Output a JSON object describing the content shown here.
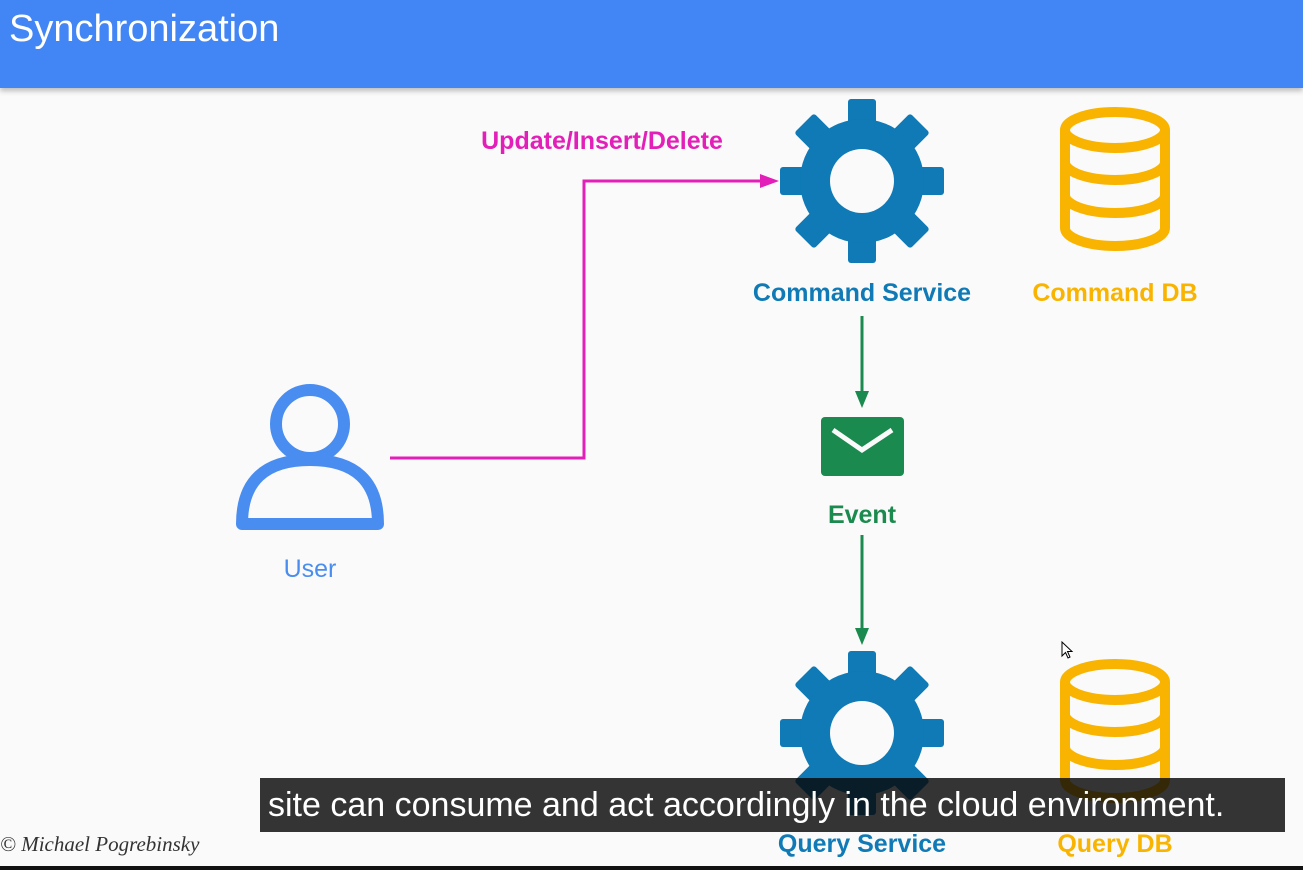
{
  "header": {
    "title": "Synchronization"
  },
  "diagram": {
    "nodes": {
      "command_service": "Command Service",
      "command_db": "Command DB",
      "event": "Event",
      "user": "User",
      "query_service": "Query Service",
      "query_db": "Query DB"
    },
    "edges": {
      "user_to_command": "Update/Insert/Delete"
    },
    "colors": {
      "service": "#0f7ab5",
      "db": "#f8b400",
      "event": "#1a8a4e",
      "user": "#4a8df0",
      "command_arrow": "#e21fb8",
      "header": "#4285f4"
    }
  },
  "subtitle": {
    "text": "site can consume and act accordingly in the cloud environment."
  },
  "footer": {
    "copyright": "© Michael Pogrebinsky"
  }
}
